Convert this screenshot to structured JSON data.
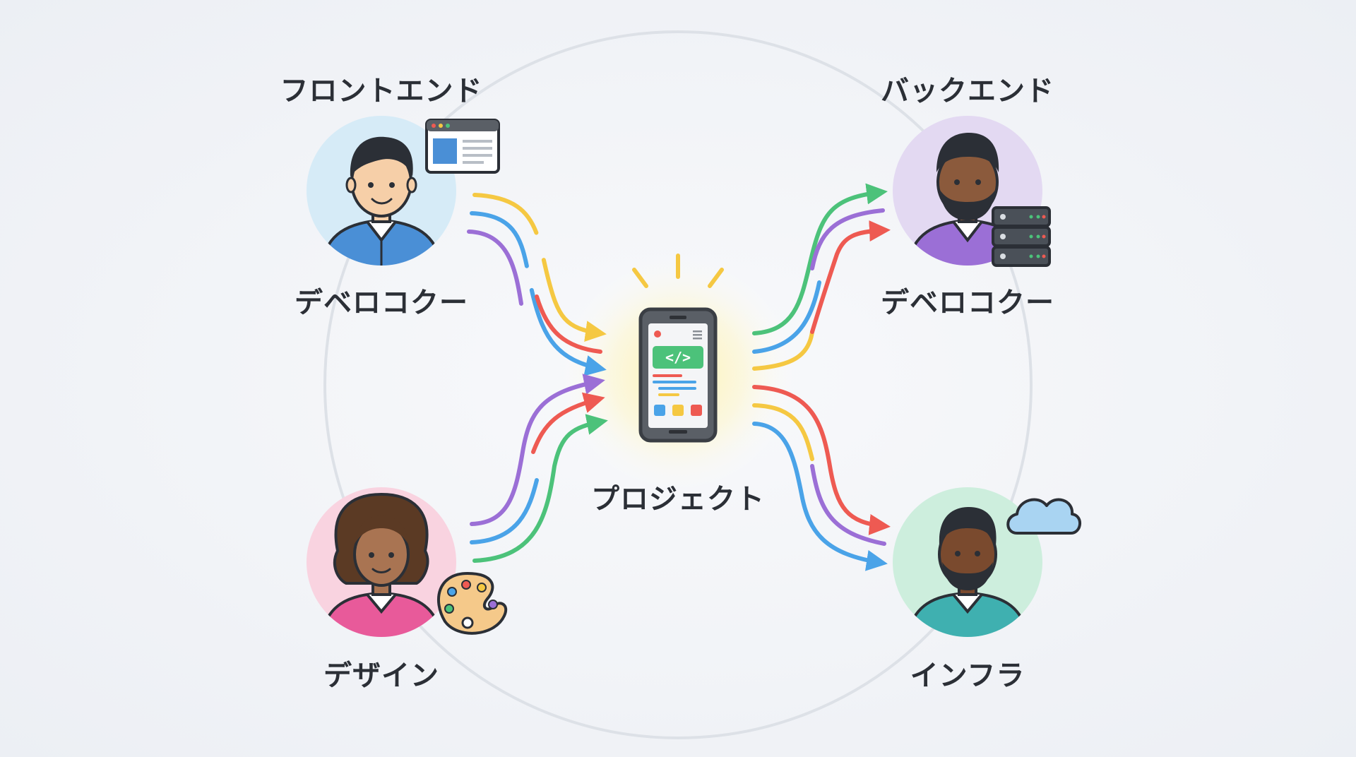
{
  "roles": {
    "frontend": {
      "title": "フロントエンド",
      "subtitle": "デベロコクー"
    },
    "backend": {
      "title": "バックエンド",
      "subtitle": "デベロコクー"
    },
    "design": {
      "label": "デザイン"
    },
    "infra": {
      "label": "インフラ"
    }
  },
  "center": {
    "label": "プロジェクト"
  },
  "colors": {
    "yellow": "#f5c842",
    "blue": "#4aa3e8",
    "purple": "#9b6fd6",
    "red": "#ee5a52",
    "green": "#4cc27a",
    "ring": "#dde1e7",
    "frontend_bg": "#d6ebf7",
    "backend_bg": "#e3d9f2",
    "design_bg": "#f9d3e0",
    "infra_bg": "#cdeedd"
  },
  "icons": {
    "frontend": "browser-window-icon",
    "backend": "server-stack-icon",
    "design": "paint-palette-icon",
    "infra": "cloud-icon",
    "center": "smartphone-code-icon"
  }
}
